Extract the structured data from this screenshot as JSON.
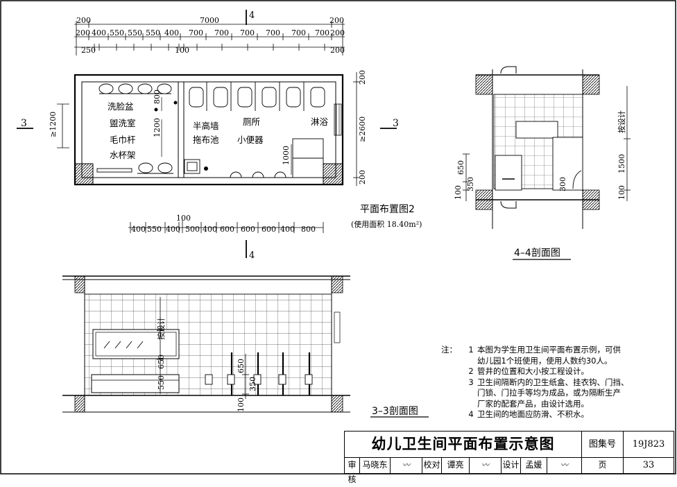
{
  "plan": {
    "title": "平面布置图2",
    "area_note": "(使用面积 18.40m²)",
    "dims_top_total": [
      "200",
      "7000",
      "200"
    ],
    "dims_top_row2": [
      "200",
      "400",
      "550",
      "550",
      "550",
      "400",
      "700",
      "700",
      "700",
      "700",
      "700",
      "700",
      "200"
    ],
    "dims_top_row3": [
      "250",
      "100",
      "200"
    ],
    "dims_bottom_row": [
      "400",
      "550",
      "400",
      "500",
      "400",
      "600",
      "600",
      "600",
      "400",
      "800"
    ],
    "dims_bottom_small": "100",
    "dims_left": "≥1200",
    "dims_right": [
      "200",
      "≥2600",
      "200"
    ],
    "dims_inner": [
      "800",
      "1200",
      "1000"
    ],
    "labels": [
      "洗脸盆",
      "盥洗室",
      "毛巾杆",
      "水杯架",
      "半高墙",
      "拖布池",
      "厕所",
      "小便器",
      "淋浴"
    ],
    "section_mark_3": "3",
    "section_mark_4": "4"
  },
  "section44": {
    "title": "4–4剖面图",
    "dims": [
      "650",
      "100",
      "350",
      "300",
      "按设计",
      "1500",
      "100"
    ]
  },
  "section33": {
    "title": "3–3剖面图",
    "dims": [
      "按设计",
      "650",
      "550",
      "100",
      "650",
      "350"
    ]
  },
  "notes": {
    "lead": "注：",
    "items": [
      {
        "num": "1",
        "lines": [
          "本图为学生用卫生间平面布置示例，可供",
          "幼儿园1个班使用，使用人数约30人。"
        ]
      },
      {
        "num": "2",
        "lines": [
          "管井的位置和大小按工程设计。"
        ]
      },
      {
        "num": "3",
        "lines": [
          "卫生间隔断内的卫生纸盒、挂衣钩、门挡、",
          "门锁、门拉手等均为成品，或为隔断生产",
          "厂家的配套产品，由设计选用。"
        ]
      },
      {
        "num": "4",
        "lines": [
          "卫生间的地面应防滑、不积水。"
        ]
      }
    ]
  },
  "titleblock": {
    "title": "幼儿卫生间平面布置示意图",
    "atlas_label": "图集号",
    "atlas_no": "19J823",
    "review_label": "审核",
    "reviewer": "马晓东",
    "check_label": "校对",
    "checker": "谭亮",
    "design_label": "设计",
    "designer": "孟媛",
    "page_label": "页",
    "page_no": "33"
  }
}
